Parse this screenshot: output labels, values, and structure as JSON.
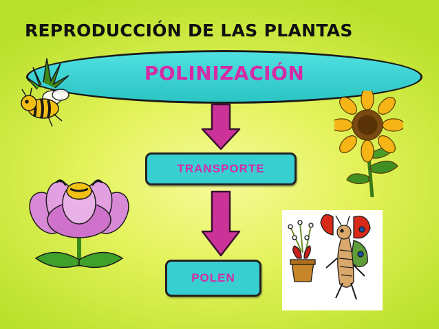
{
  "title": "REPRODUCCIÓN DE LAS PLANTAS",
  "main_concept": "POLINIZACIÓN",
  "steps": [
    {
      "label": "TRANSPORTE"
    },
    {
      "label": "POLEN"
    }
  ],
  "colors": {
    "background": "#d9ef4f",
    "ellipse_fill": "#2cc8c8",
    "box_fill": "#37cfd0",
    "text_accent": "#d52ba5",
    "arrow_fill": "#cc3399"
  },
  "illustrations": [
    "bee-with-leaf-icon",
    "sunflower-icon",
    "flower-with-bee-icon",
    "butterfly-with-potted-plant-icon"
  ]
}
